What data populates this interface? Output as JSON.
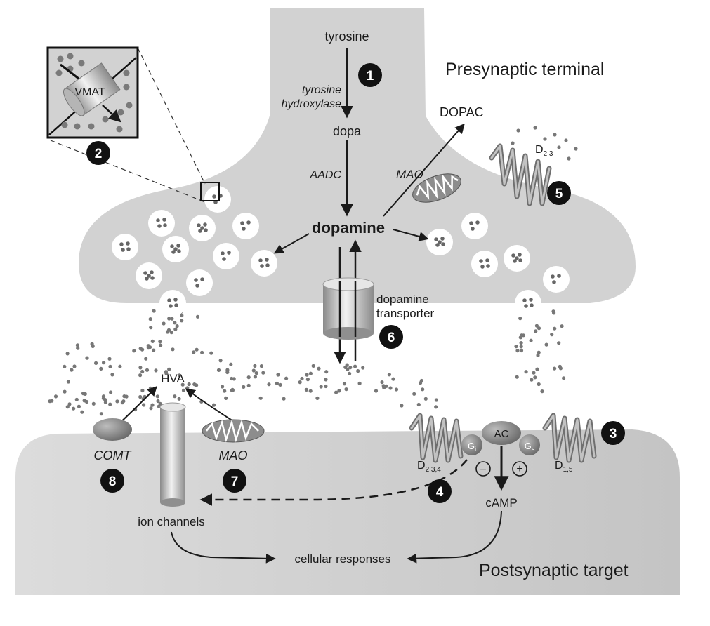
{
  "regions": {
    "presynaptic": "Presynaptic terminal",
    "postsynaptic": "Postsynaptic target"
  },
  "synthesis": {
    "tyrosine": "tyrosine",
    "tyrosine_hydroxylase_1": "tyrosine",
    "tyrosine_hydroxylase_2": "hydroxylase",
    "dopa": "dopa",
    "aadc": "AADC",
    "dopamine": "dopamine"
  },
  "metabolism": {
    "dopac": "DOPAC",
    "mao_pre": "MAO",
    "mao_post": "MAO",
    "comt": "COMT",
    "hva": "HVA"
  },
  "receptors": {
    "d23_base": "D",
    "d23_sub": "2,3",
    "d234_base": "D",
    "d234_sub": "2,3,4",
    "d15_base": "D",
    "d15_sub": "1,5",
    "gi_base": "G",
    "gi_sub": "i",
    "gs_base": "G",
    "gs_sub": "s",
    "ac": "AC",
    "minus": "−",
    "plus": "+",
    "camp": "cAMP"
  },
  "transport": {
    "vmat": "VMAT",
    "dat_1": "dopamine",
    "dat_2": "transporter"
  },
  "outputs": {
    "ion_channels": "ion channels",
    "cellular_responses": "cellular responses"
  },
  "steps": [
    "1",
    "2",
    "3",
    "4",
    "5",
    "6",
    "7",
    "8"
  ],
  "colors": {
    "cell_fill": "#d2d2d2",
    "dot": "#7a7a7a",
    "badge": "#111111"
  }
}
